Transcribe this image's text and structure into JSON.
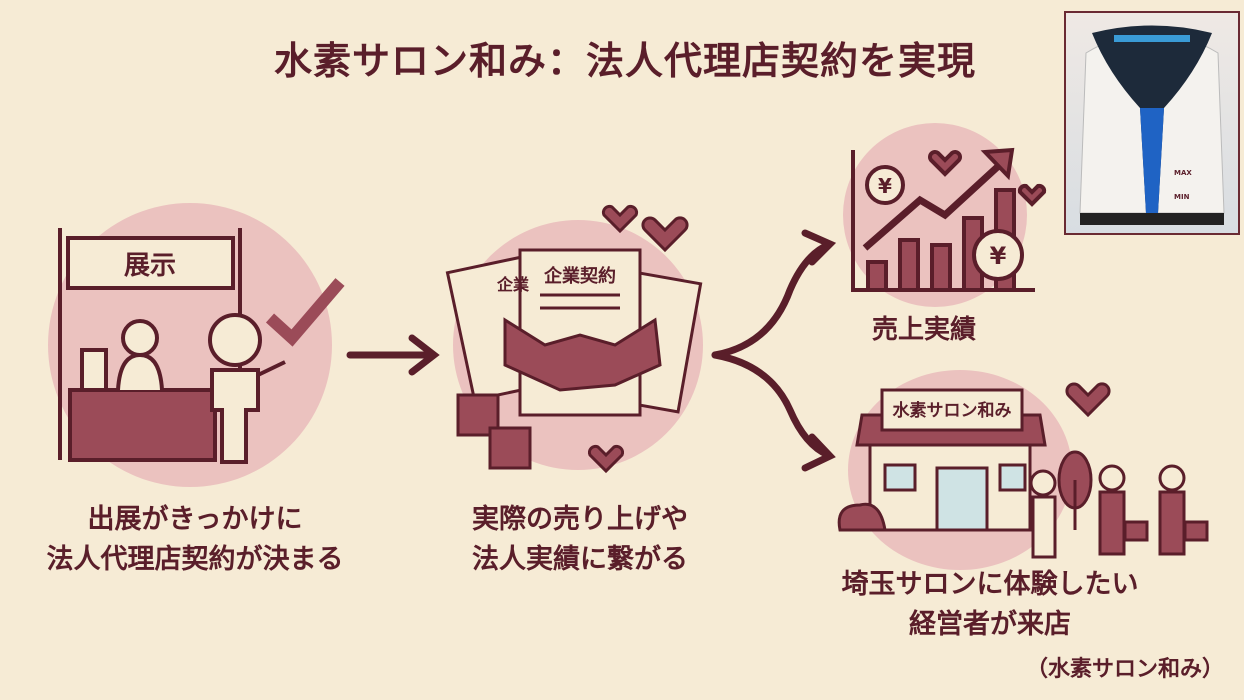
{
  "title": "水素サロン和み：法人代理店契約を実現",
  "product_photo": {
    "labels": {
      "max": "MAX",
      "min": "MIN"
    }
  },
  "steps": [
    {
      "sign": "展示",
      "caption_lines": [
        "出展がきっかけに",
        "法人代理店契約が決まる"
      ]
    },
    {
      "doc_labels": [
        "企業",
        "企業契約"
      ],
      "caption_lines": [
        "実際の売り上げや",
        "法人実績に繋がる"
      ]
    }
  ],
  "outcomes": [
    {
      "label": "売上実績",
      "currency_symbol": "¥"
    },
    {
      "sign": "水素サロン和み",
      "caption_lines": [
        "埼玉サロンに体験したい",
        "経営者が来店"
      ],
      "note": "（水素サロン和み）"
    }
  ],
  "colors": {
    "background": "#f6ebd5",
    "text": "#5a1e2a",
    "circle": "#ebc2bf",
    "fill": "#9b4b58"
  }
}
